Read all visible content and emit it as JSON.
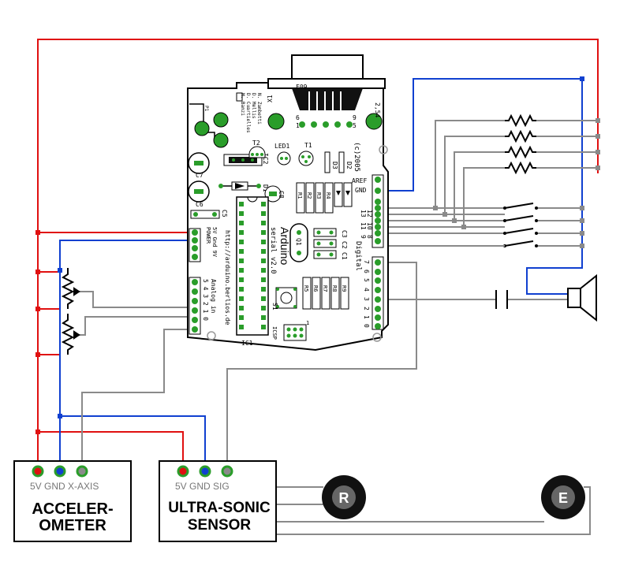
{
  "colors": {
    "red_wire": "#e01010",
    "blue_wire": "#1040d0",
    "gray_wire": "#8a8a8a",
    "board_outline": "#000000",
    "header_green": "#2a9d2a",
    "knob_black": "#111111",
    "label_gray": "#777777"
  },
  "board": {
    "name": "Arduino",
    "subtitle": "serial v2.0",
    "url": "http://arduino.berlios.de",
    "year": "(c)2005",
    "authors": [
      "M. Banzi",
      "D. Cuartielles",
      "D. Mellis",
      "N. Zambetti"
    ],
    "connector_label": "F09",
    "x1_label": "X1",
    "pin_labels_top": [
      "6",
      "1",
      "9",
      "5"
    ],
    "version_label": "2,54",
    "components": {
      "d1": "D1",
      "c7": "C7",
      "c6": "C6",
      "c8": "C8",
      "ic2": "IC2",
      "ic1": "IC1",
      "led1": "LED1",
      "t1": "T1",
      "t2": "T2",
      "d2": "D2",
      "d3": "D3",
      "r1": "R1",
      "r2": "R2",
      "r3": "R3",
      "r4": "R4",
      "r5": "R5",
      "r6": "R6",
      "r7": "R7",
      "r8": "R8",
      "r9": "R9",
      "q1": "Q1",
      "c2": "C2",
      "c1": "C1",
      "c3": "C3",
      "c5": "C5",
      "s1": "S1",
      "icsp": "ICSP",
      "icsp_one": "1",
      "p1": "P1"
    },
    "aref": "AREF",
    "gnd": "GND",
    "digital_label": "Digital",
    "power_label": "POWER",
    "power_pins": "5V Gnd 9V",
    "analog_label": "Analog in",
    "analog_pins": "5 4 3 2 1 0",
    "digital_high": [
      "13",
      "12",
      "11",
      "10",
      "9",
      "8"
    ],
    "digital_low": [
      "7",
      "6",
      "5",
      "4",
      "3",
      "2",
      "1",
      "0"
    ]
  },
  "accelerometer": {
    "pins": "5V GND X-AXIS",
    "title_line1": "ACCELER-",
    "title_line2": "OMETER"
  },
  "ultrasonic": {
    "pins": "5V GND SIG",
    "title_line1": "ULTRA-SONIC",
    "title_line2": "SENSOR"
  },
  "motors": {
    "right": "R",
    "left": "E"
  }
}
